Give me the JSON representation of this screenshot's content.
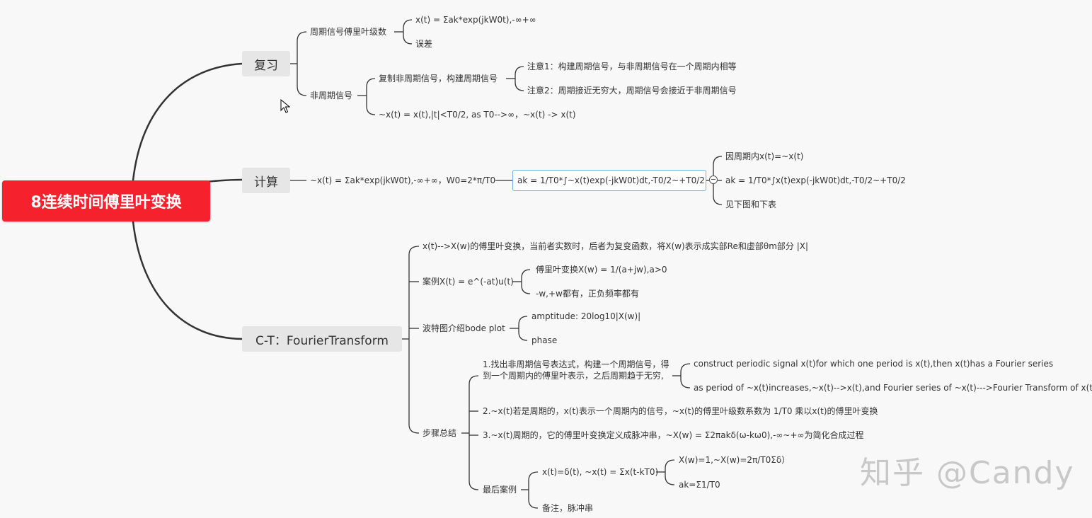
{
  "root": "8连续时间傅里叶变换",
  "branches": {
    "review": {
      "label": "复习",
      "periodic": {
        "label": "周期信号傅里叶级数",
        "items": [
          "x(t) = Σak*exp(jkW0t),-∞+∞",
          "误差"
        ]
      },
      "aperiodic": {
        "label": "非周期信号",
        "copy": {
          "label": "复制非周期信号，构建周期信号",
          "notes": [
            "注意1：构建周期信号，与非周期信号在一个周期内相等",
            "注意2：周期接近无穷大，周期信号会接近于非周期信号"
          ]
        },
        "limit": "~x(t) = x(t),|t|<T0/2, as T0-->∞，~x(t) -> x(t)"
      }
    },
    "calc": {
      "label": "计算",
      "series": "~x(t) = Σak*exp(jkW0t),-∞+∞，W0=2*π/T0",
      "coef": "ak = 1/T0*∫~x(t)exp(-jkW0t)dt,-T0/2~+T0/2",
      "children": [
        "因周期内x(t)=~x(t)",
        "ak = 1/T0*∫x(t)exp(-jkW0t)dt,-T0/2~+T0/2",
        "见下图和下表"
      ]
    },
    "ct": {
      "label": "C-T：FourierTransform",
      "intro": "x(t)-->X(w)的傅里叶变换，当前者实数时，后者为复变函数，将X(w)表示成实部Re和虚部θm部分 |X|",
      "example": {
        "label": "案例X(t) = e^(-at)u(t)",
        "items": [
          "傅里叶变换X(w) = 1/(a+jw),a>0",
          "-w,+w都有，正负频率都有"
        ]
      },
      "bode": {
        "label": "波特图介绍bode plot",
        "items": [
          "amptitude: 20log10|X(w)|",
          "phase"
        ]
      },
      "steps": {
        "label": "步骤总结",
        "s1": "1.找出非周期信号表达式，构建一个周期信号，得到一个周期内的傅里叶表示，之后周期趋于无穷,",
        "s1_items": [
          "construct periodic signal  x(t)for which one period is x(t),then x(t)has a Fourier series",
          "as period of ~x(t)increases,~x(t)-->x(t),and Fourier series of ~x(t)--->Fourier Transform of x(t)"
        ],
        "s2": "2.~x(t)若是周期的，x(t)表示一个周期内的信号，~x(t)的傅里叶级数系数为 1/T0 乘以x(t)的傅里叶变换",
        "s3": "3.~x(t)周期的，它的傅里叶变换定义成脉冲串，~X(w) = Σ2πakδ(ω-kω0),-∞~+∞为简化合成过程",
        "final": {
          "label": "最后案例",
          "delta": "x(t)=δ(t), ~x(t) = Σx(t-kT0)",
          "delta_items": [
            "X(w)=1,~X(w)=2π/T0Σδ）",
            "ak=Σ1/T0"
          ],
          "note": "备注，脉冲串"
        }
      }
    }
  },
  "watermark": "知乎 @Candy",
  "colors": {
    "root": "#f5222d",
    "main": "#e6e6e6",
    "line": "#333333",
    "highlight": "#6fb3e0"
  }
}
